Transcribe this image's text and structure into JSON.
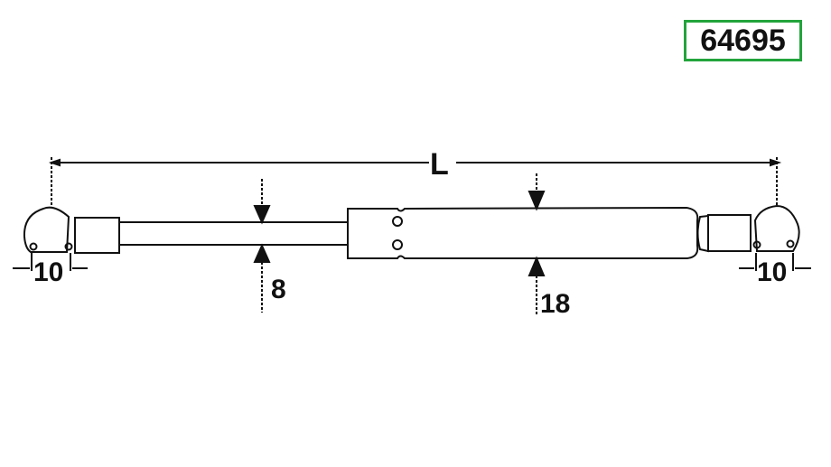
{
  "part_number": "64695",
  "colors": {
    "part_number_border": "#22a43c",
    "line": "#111111"
  },
  "dimensions": {
    "length_label": "L",
    "rod_diameter": "8",
    "body_diameter": "18",
    "left_end_fitting": "10",
    "right_end_fitting": "10"
  }
}
